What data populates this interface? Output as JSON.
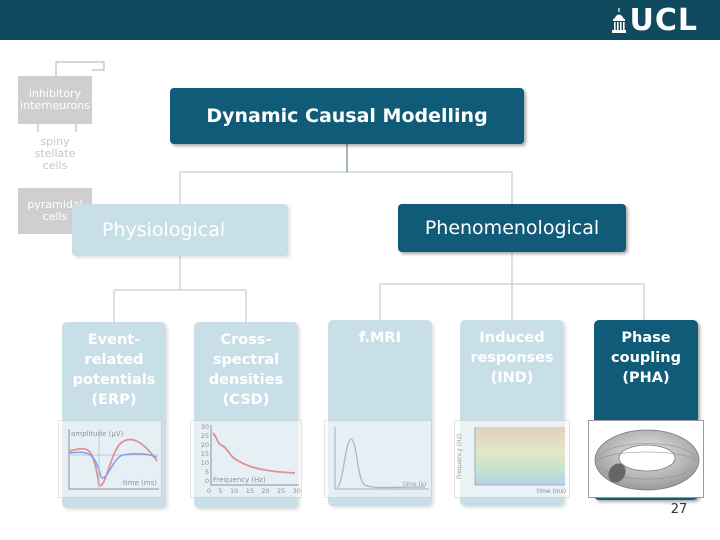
{
  "header": {
    "logo_text": "UCL"
  },
  "diagram": {
    "root": "Dynamic Causal Modelling",
    "branches": {
      "physiological": "Physiological",
      "phenomenological": "Phenomenological"
    },
    "leaves": {
      "erp": "Event-\nrelated\npotentials\n(ERP)",
      "csd": "Cross-\nspectral\ndensities\n(CSD)",
      "fmri": "f.MRI",
      "ind": "Induced\nresponses\n(IND)",
      "pha": "Phase\ncoupling\n(PHA)"
    }
  },
  "neuron_model": {
    "inhibitory": "inhibitory\ninterneurons",
    "spiny": "spiny\nstellate\ncells",
    "pyramidal": "pyramidal\ncells"
  },
  "plots": {
    "erp": {
      "ylabel": "amplitude (μV)",
      "xlabel": "time (ms)"
    },
    "csd": {
      "xlabel": "Frequency (Hz)",
      "yticks": [
        "30",
        "25",
        "20",
        "15",
        "10",
        "5",
        "0"
      ],
      "xticks": [
        "0",
        "5",
        "10",
        "15",
        "20",
        "25",
        "30"
      ]
    },
    "fmri": {
      "xlabel": "time (s)"
    },
    "ind": {
      "ylabel": "Frequency (Hz)",
      "xlabel": "time (ms)"
    }
  },
  "page_number": "27",
  "colors": {
    "header": "#0f4a5f",
    "active_box": "#0f5b78",
    "faded_box": "#c9dfe8"
  }
}
